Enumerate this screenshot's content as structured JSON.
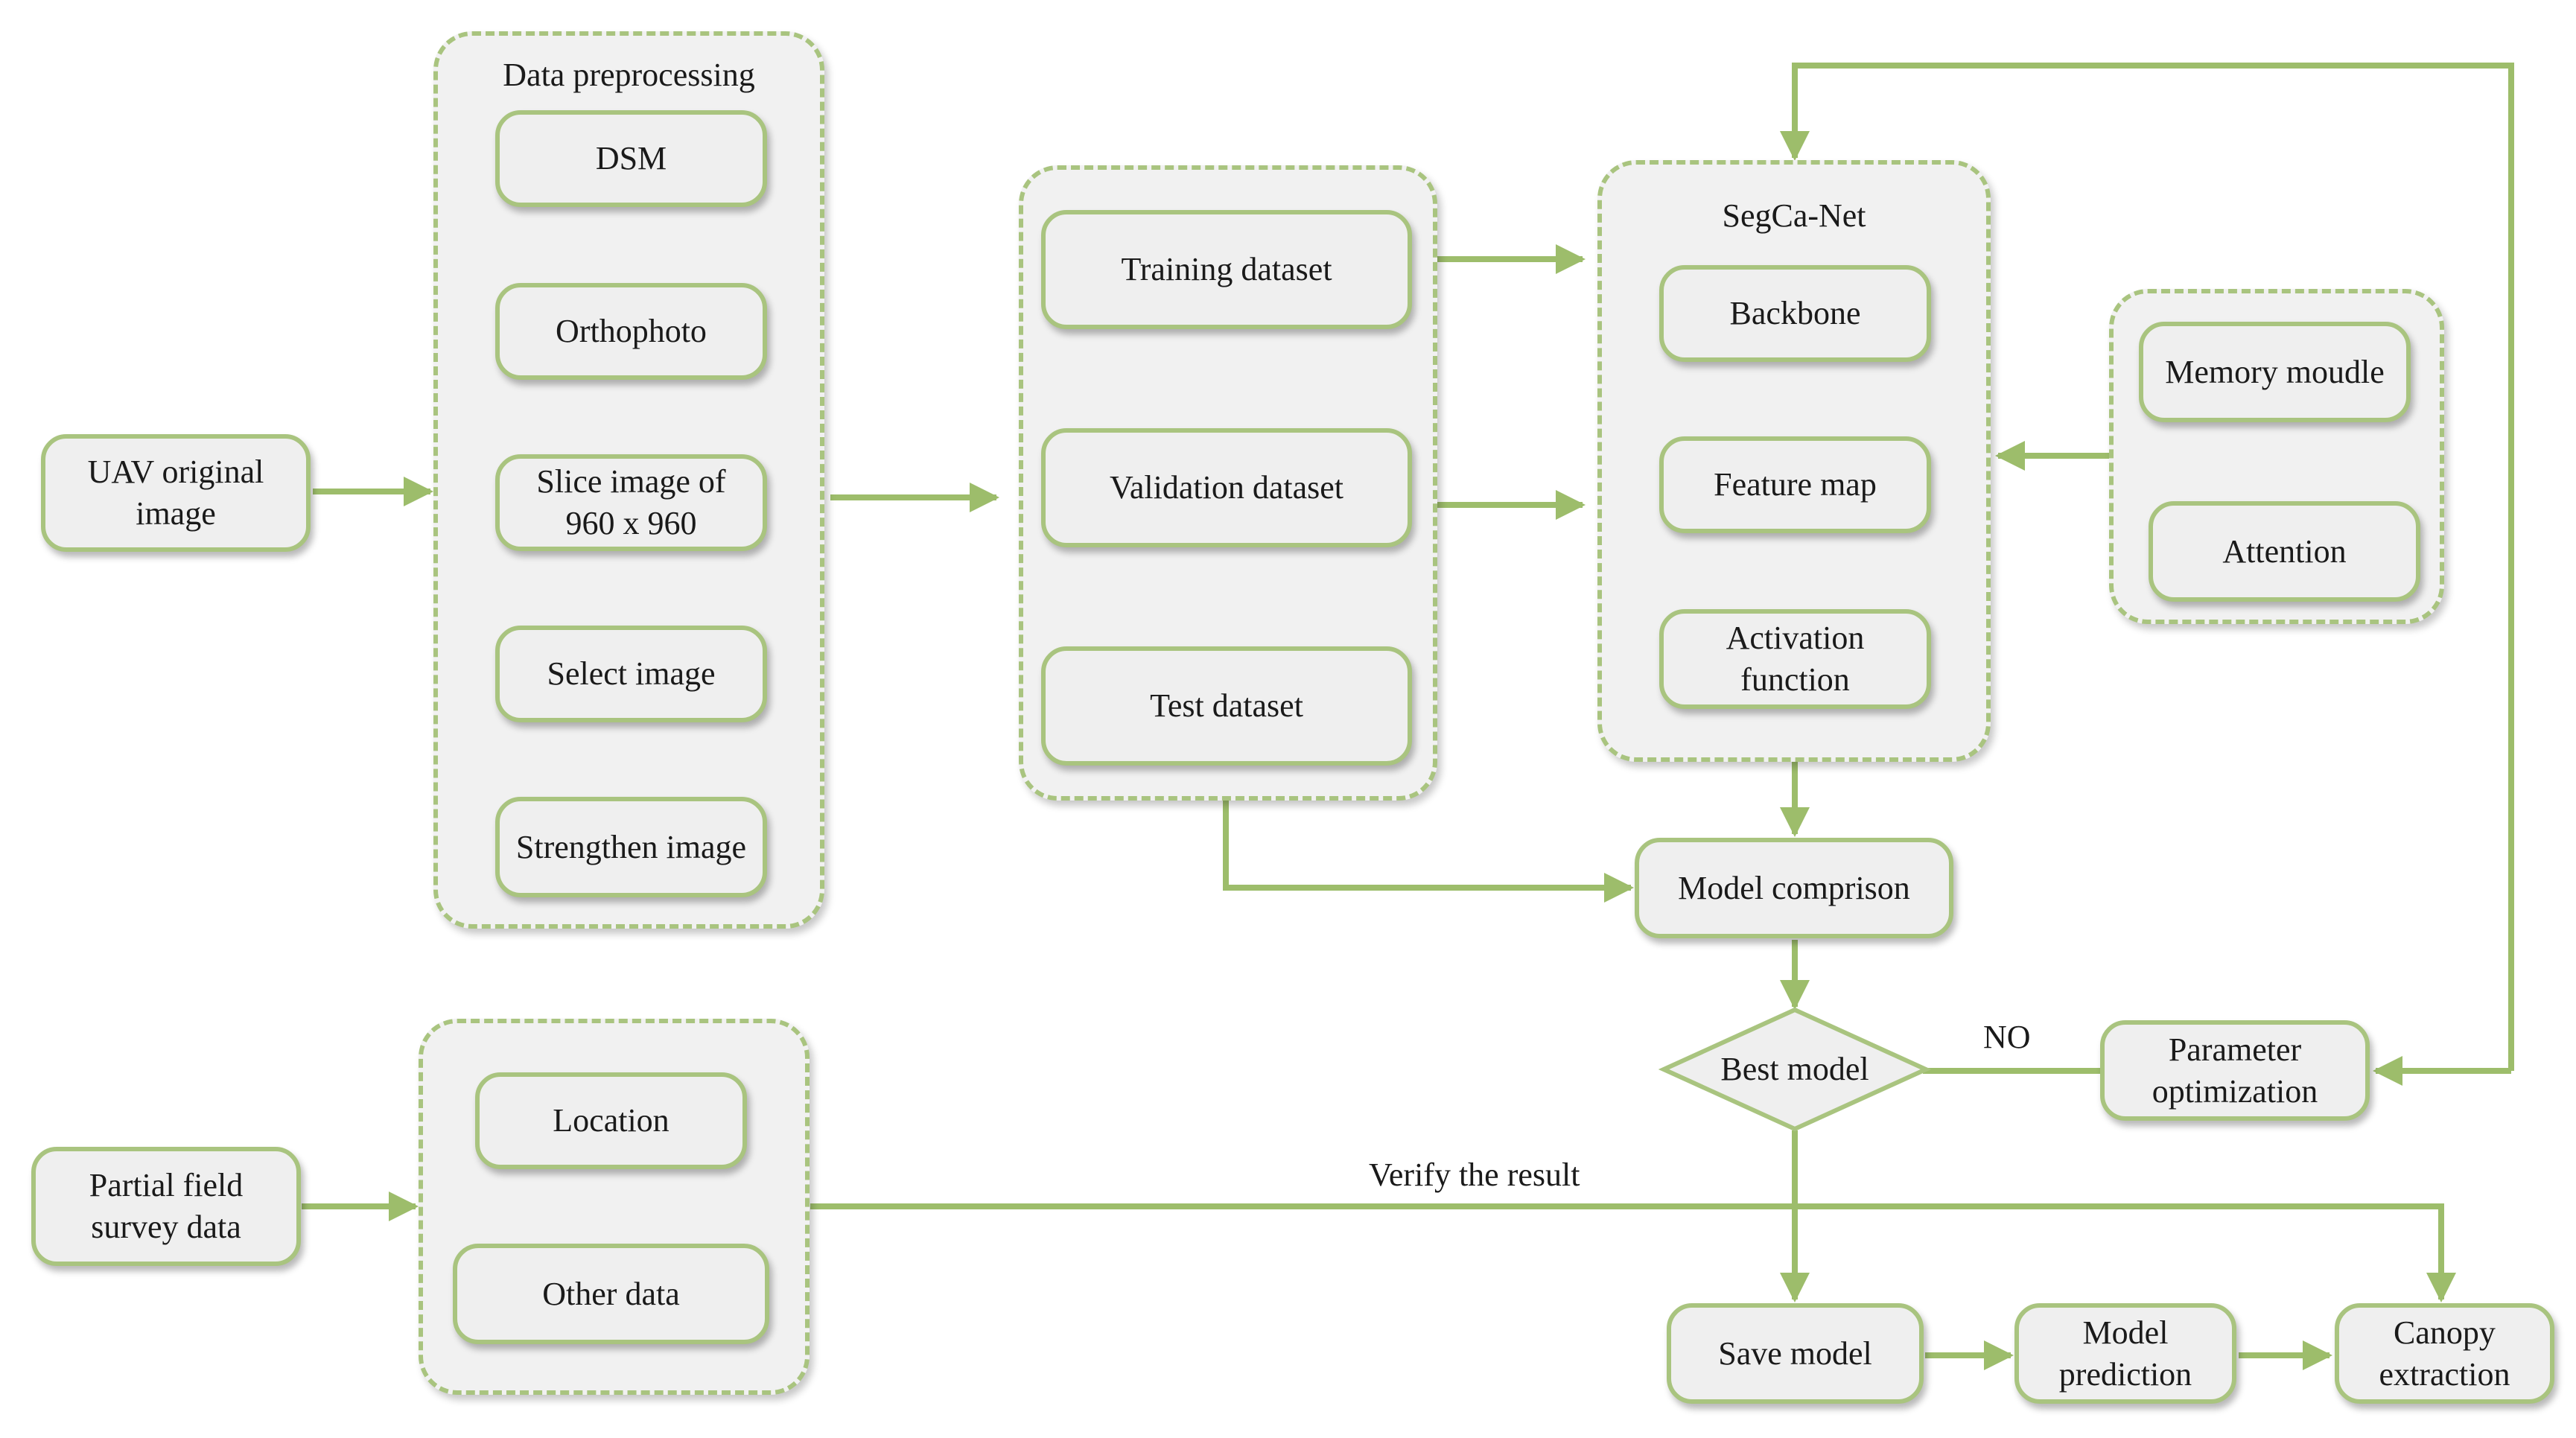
{
  "diagram": {
    "inputs": {
      "uav": "UAV original image",
      "field": "Partial field survey data"
    },
    "preprocessing": {
      "title": "Data preprocessing",
      "dsm": "DSM",
      "ortho": "Orthophoto",
      "slice_line1": "Slice image of",
      "slice_line2": "960 x 960",
      "select": "Select image",
      "strengthen": "Strengthen image"
    },
    "datasets": {
      "training": "Training dataset",
      "validation": "Validation dataset",
      "test": "Test dataset"
    },
    "network": {
      "title": "SegCa-Net",
      "backbone": "Backbone",
      "feature_map": "Feature map",
      "activation": "Activation function"
    },
    "memory": {
      "module": "Memory moudle",
      "plus_symbol": "⊕",
      "attention": "Attention"
    },
    "flow": {
      "comparison": "Model comprison",
      "best": "Best model",
      "no_label": "NO",
      "param_opt": "Parameter optimization",
      "save": "Save model",
      "prediction": "Model prediction",
      "canopy": "Canopy extraction",
      "verify_label": "Verify the result"
    },
    "field_group": {
      "location": "Location",
      "other": "Other data"
    },
    "colors": {
      "accent": "#9dbd6b",
      "box_fill": "#efefef",
      "group_fill": "#f1f1f1",
      "text": "#1a1a1a"
    }
  }
}
